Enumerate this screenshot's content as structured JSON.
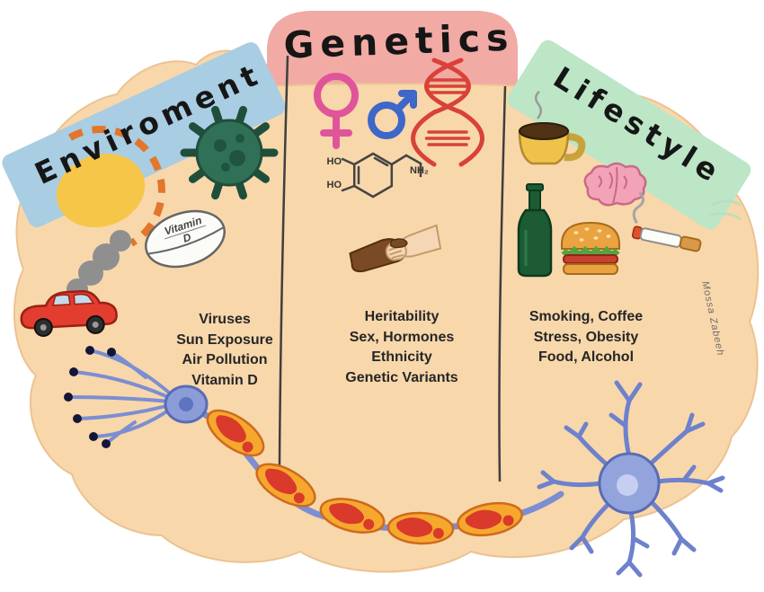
{
  "artwork": {
    "description": "Hand-drawn brain diagram of factors: environment, genetics, lifestyle",
    "signature": "Mossa Zabeeh"
  },
  "sections": [
    {
      "id": "environment",
      "title": "Enviroment",
      "banner_color": "#a9cde3",
      "lines": [
        "Viruses",
        "Sun Exposure",
        "Air Pollution",
        "Vitamin D"
      ],
      "icons": [
        "sun-icon",
        "virus-icon",
        "vitamin-d-pill-icon",
        "smoke-icon",
        "car-icon"
      ]
    },
    {
      "id": "genetics",
      "title": "Genetics",
      "banner_color": "#f2aaa5",
      "lines": [
        "Heritability",
        "Sex, Hormones",
        "Ethnicity",
        "Genetic Variants"
      ],
      "icons": [
        "female-symbol-icon",
        "male-symbol-icon",
        "dna-icon",
        "dopamine-molecule-icon",
        "handshake-icon"
      ]
    },
    {
      "id": "lifestyle",
      "title": "Lifestyle",
      "banner_color": "#bce6c6",
      "lines": [
        "Smoking, Coffee",
        "Stress, Obesity",
        "Food, Alcohol"
      ],
      "icons": [
        "coffee-cup-icon",
        "brain-icon",
        "wine-bottle-icon",
        "hamburger-icon",
        "cigarette-icon"
      ]
    }
  ],
  "labels": {
    "pill_line1": "Vitamin",
    "pill_line2": "D",
    "molecule_ho_top": "HO",
    "molecule_ho_bottom": "HO",
    "molecule_nh2": "NH₂"
  },
  "colors": {
    "brain": "#f8d7ab",
    "brain_edge": "#ecc291",
    "neuron_blue": "#7b8ed2",
    "glia_fill": "#93a4dd",
    "myelin_orange": "#f5a82d",
    "myelin_red": "#d93a2b",
    "dna_red": "#d84238",
    "virus_green": "#2f7057",
    "divider": "#3f3f3f"
  }
}
